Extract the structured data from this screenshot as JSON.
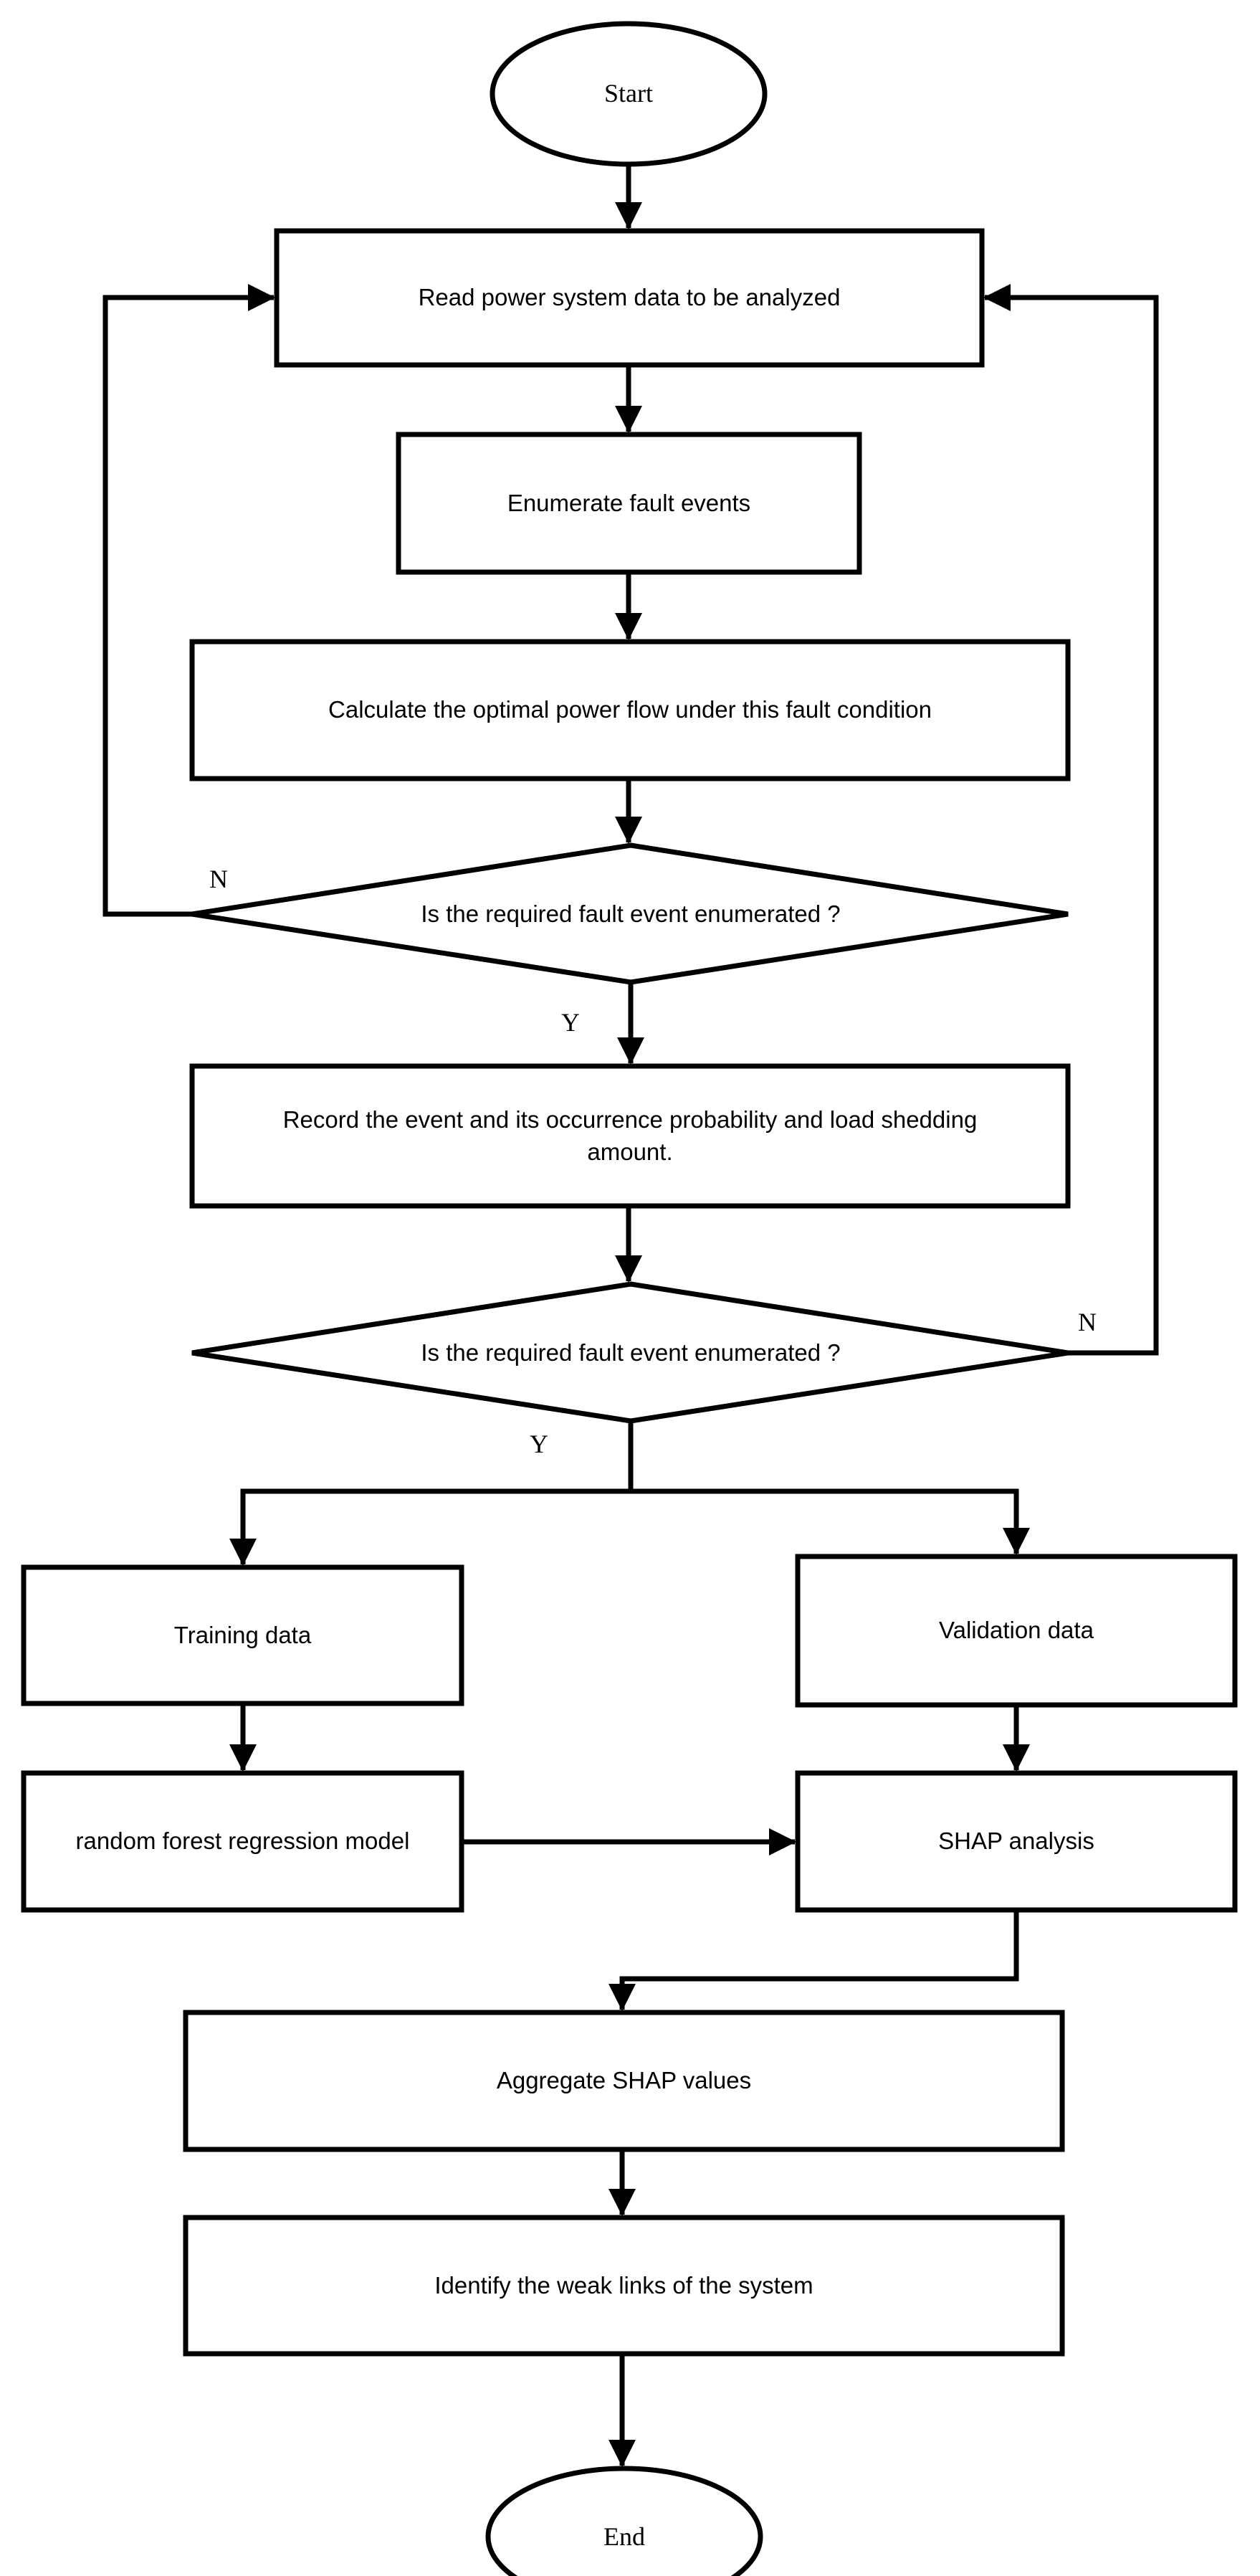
{
  "flowchart": {
    "start": "Start",
    "read_data": "Read power system data to be analyzed",
    "enumerate": "Enumerate fault events",
    "calc_opf": "Calculate the optimal power flow under this fault condition",
    "decision_1": "Is the required fault event enumerated ?",
    "record": "Record the event and its occurrence probability and load shedding amount.",
    "decision_2": "Is the required fault event enumerated ?",
    "training": "Training data",
    "validation": "Validation data",
    "rf_model": "random forest regression model",
    "shap": "SHAP analysis",
    "aggregate": "Aggregate SHAP values",
    "identify": "Identify the weak links of the system",
    "end": "End",
    "label_n1": "N",
    "label_y1": "Y",
    "label_n2": "N",
    "label_y2": "Y"
  },
  "colors": {
    "stroke": "#000000",
    "fill": "#ffffff"
  }
}
